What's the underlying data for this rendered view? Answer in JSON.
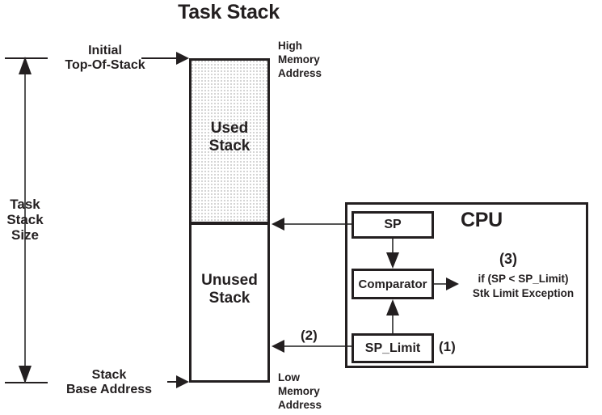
{
  "diagram": {
    "title": "Task Stack",
    "cpu_title": "CPU"
  },
  "stack": {
    "used_label": "Used\nStack",
    "unused_label": "Unused\nStack",
    "high_memory_label": "High\nMemory\nAddress",
    "low_memory_label": "Low\nMemory\nAddress",
    "initial_top_of_stack_label": "Initial\nTop-Of-Stack",
    "base_address_label": "Stack\nBase Address",
    "size_label": "Task\nStack\nSize"
  },
  "cpu": {
    "sp_register": "SP",
    "comparator": "Comparator",
    "sp_limit_register": "SP_Limit",
    "exception_text": "if (SP < SP_Limit)\nStk Limit Exception"
  },
  "steps": {
    "one": "(1)",
    "two": "(2)",
    "three": "(3)"
  },
  "colors": {
    "stroke": "#231f20",
    "thin_stroke": "#555555",
    "stipple": "#c9c9c9",
    "background": "#ffffff"
  }
}
